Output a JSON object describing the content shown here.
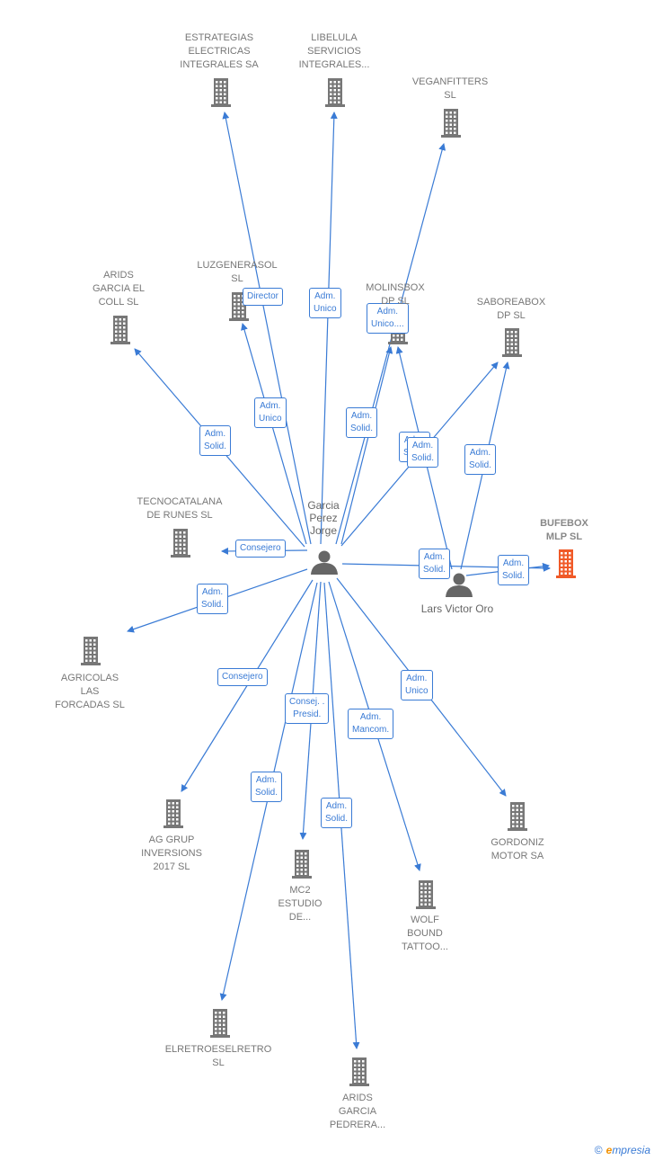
{
  "companies": [
    {
      "key": "estrategias",
      "label": "ESTRATEGIAS\nELECTRICAS\nINTEGRALES SA",
      "highlight": false
    },
    {
      "key": "libelula",
      "label": "LIBELULA\nSERVICIOS\nINTEGRALES...",
      "highlight": false
    },
    {
      "key": "veganfitters",
      "label": "VEGANFITTERS\nSL",
      "highlight": false
    },
    {
      "key": "luzgenerasol",
      "label": "LUZGENERASOL\nSL",
      "highlight": false
    },
    {
      "key": "arids_coll",
      "label": "ARIDS\nGARCIA EL\nCOLL  SL",
      "highlight": false
    },
    {
      "key": "molinsbox",
      "label": "MOLINSBOX\nDP  SL",
      "highlight": false
    },
    {
      "key": "saboreabox",
      "label": "SABOREABOX\nDP  SL",
      "highlight": false
    },
    {
      "key": "bufebox",
      "label": "BUFEBOX\nMLP  SL",
      "highlight": true
    },
    {
      "key": "tecnocatalana",
      "label": "TECNOCATALANA\nDE RUNES SL",
      "highlight": false
    },
    {
      "key": "agricolas",
      "label": "AGRICOLAS\nLAS\nFORCADAS  SL",
      "highlight": false
    },
    {
      "key": "aggrup",
      "label": "AG GRUP\nINVERSIONS\n2017  SL",
      "highlight": false
    },
    {
      "key": "mc2",
      "label": "MC2\nESTUDIO\nDE...",
      "highlight": false
    },
    {
      "key": "wolf",
      "label": "WOLF\nBOUND\nTATTOO...",
      "highlight": false
    },
    {
      "key": "gordoniz",
      "label": "GORDONIZ\nMOTOR SA",
      "highlight": false
    },
    {
      "key": "elretro",
      "label": "ELRETROESELRETRO\nSL",
      "highlight": false
    },
    {
      "key": "arids_pedrera",
      "label": "ARIDS\nGARCIA\nPEDRERA...",
      "highlight": false
    }
  ],
  "persons": [
    {
      "key": "garcia",
      "label": "Garcia\nPerez\nJorge"
    },
    {
      "key": "lars",
      "label": "Lars Victor Oro"
    }
  ],
  "edges": [
    {
      "from": "garcia",
      "to": "estrategias",
      "label": "Director"
    },
    {
      "from": "garcia",
      "to": "libelula",
      "label": "Adm.\nUnico"
    },
    {
      "from": "garcia",
      "to": "veganfitters",
      "label": "Adm.\nUnico...."
    },
    {
      "from": "garcia",
      "to": "luzgenerasol",
      "label": "Adm.\nUnico"
    },
    {
      "from": "garcia",
      "to": "arids_coll",
      "label": "Adm.\nSolid."
    },
    {
      "from": "garcia",
      "to": "molinsbox",
      "label": "Adm.\nSolid."
    },
    {
      "from": "garcia",
      "to": "saboreabox",
      "label": "Adm.\nSolid."
    },
    {
      "from": "garcia",
      "to": "bufebox",
      "label": "Adm.\nSolid."
    },
    {
      "from": "garcia",
      "to": "tecnocatalana",
      "label": "Consejero"
    },
    {
      "from": "garcia",
      "to": "agricolas",
      "label": "Adm.\nSolid."
    },
    {
      "from": "garcia",
      "to": "aggrup",
      "label": "Consejero"
    },
    {
      "from": "garcia",
      "to": "mc2",
      "label": "Consej. .\nPresid."
    },
    {
      "from": "garcia",
      "to": "wolf",
      "label": "Adm.\nMancom."
    },
    {
      "from": "garcia",
      "to": "gordoniz",
      "label": "Adm.\nUnico"
    },
    {
      "from": "garcia",
      "to": "elretro",
      "label": "Adm.\nSolid."
    },
    {
      "from": "garcia",
      "to": "arids_pedrera",
      "label": "Adm.\nSolid."
    },
    {
      "from": "lars",
      "to": "molinsbox",
      "label": "Adm.\nSolid."
    },
    {
      "from": "lars",
      "to": "saboreabox",
      "label": "Adm.\nSolid."
    },
    {
      "from": "lars",
      "to": "bufebox",
      "label": "Adm.\nSolid."
    }
  ],
  "colors": {
    "edge": "#3a7bd5",
    "building": "#777777",
    "highlight": "#f05a28",
    "person": "#666666"
  },
  "footer": {
    "copyright": "©",
    "brand_initial": "e",
    "brand_rest": "mpresia"
  }
}
